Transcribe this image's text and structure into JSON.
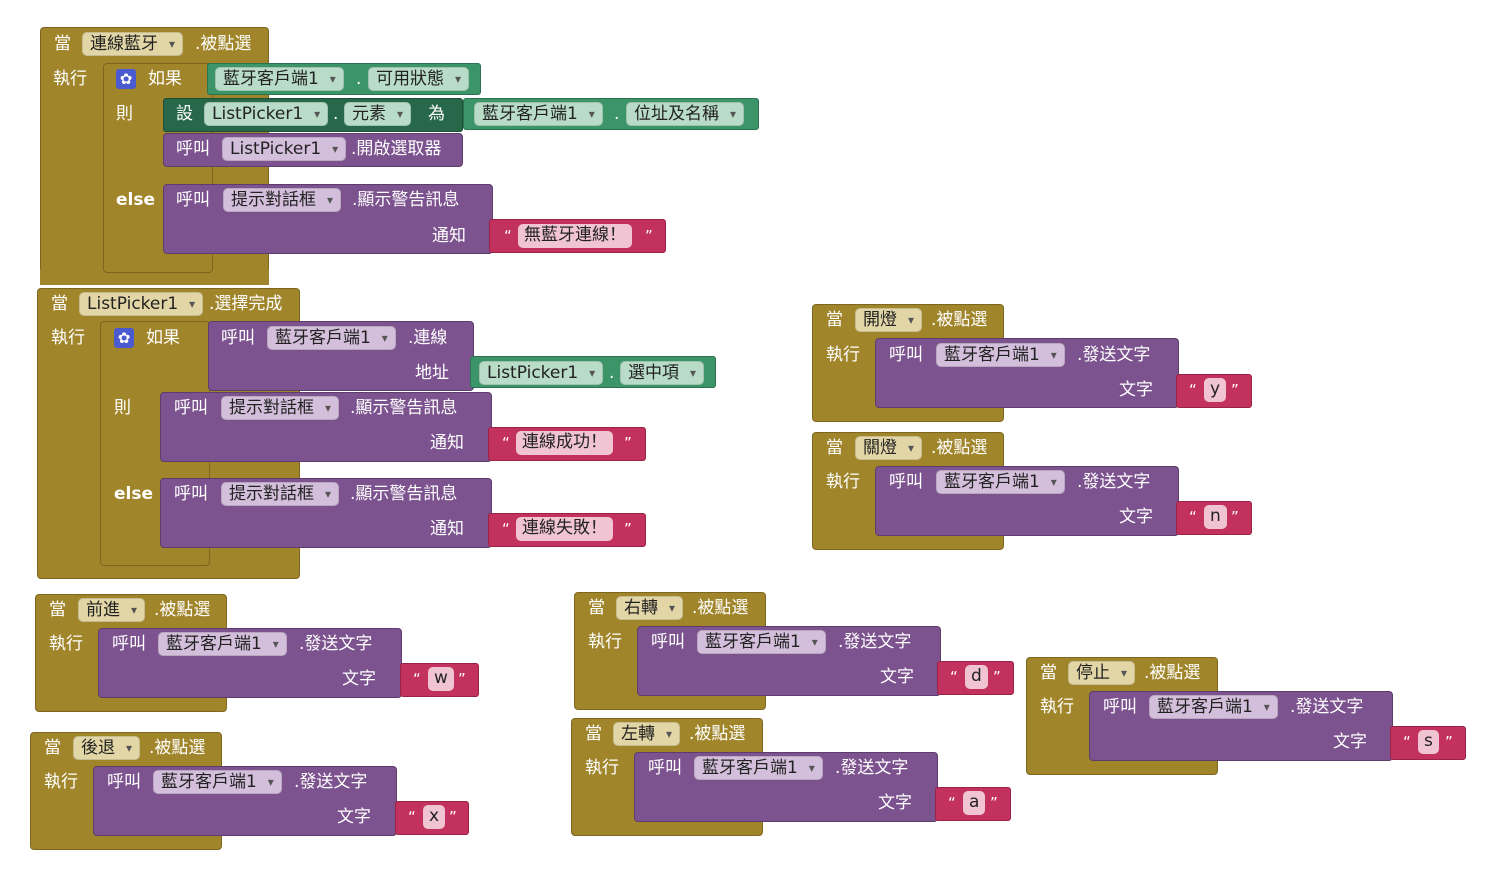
{
  "kw": {
    "when": "當",
    "do": "執行",
    "if": "如果",
    "then": "則",
    "else": "else",
    "set": "設",
    "to": "為",
    "call": "呼叫",
    "dot": ".",
    "clicked": ".被點選",
    "after_picking": ".選擇完成",
    "open_picker": ".開啟選取器",
    "show_alert": ".顯示警告訊息",
    "notice": "通知",
    "connect": ".連線",
    "address": "地址",
    "send_text": ".發送文字",
    "text": "文字",
    "open_quote": "“",
    "close_quote": "”"
  },
  "components": {
    "connect_button": "連線藍牙",
    "bt_client": "藍牙客戶端1",
    "list_picker": "ListPicker1",
    "notifier": "提示對話框"
  },
  "properties": {
    "available": "可用狀態",
    "elements": "元素",
    "addresses_names": "位址及名稱",
    "selection": "選中項"
  },
  "messages": {
    "no_bt": "無藍牙連線！",
    "connect_ok": "連線成功！",
    "connect_fail": "連線失敗！"
  },
  "buttons": {
    "light_on": "開燈",
    "light_off": "關燈",
    "forward": "前進",
    "backward": "後退",
    "right": "右轉",
    "left": "左轉",
    "stop": "停止"
  },
  "commands": {
    "light_on": "y",
    "light_off": "n",
    "forward": "w",
    "backward": "x",
    "right": "d",
    "left": "a",
    "stop": "s"
  },
  "colors": {
    "event_block": "#a1852b",
    "call_block": "#7c538f",
    "getter_block": "#3c9469",
    "setter_block": "#28684a",
    "text_block": "#c3325f",
    "gear_icon": "#4a5bd1"
  }
}
